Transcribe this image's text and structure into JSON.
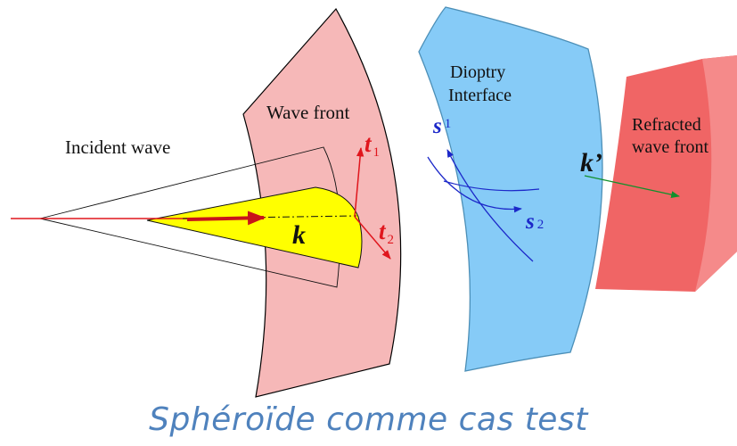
{
  "labels": {
    "incident_wave": "Incident wave",
    "wave_front": "Wave front",
    "dioptry_line1": "Dioptry",
    "dioptry_line2": "Interface",
    "refracted_line1": "Refracted",
    "refracted_line2": "wave front",
    "k": "k",
    "k_prime": "k’",
    "t1": {
      "base": "t",
      "sub": "1"
    },
    "t2": {
      "base": "t",
      "sub": "2"
    },
    "s1": {
      "base": "s",
      "sub": "1"
    },
    "s2": {
      "base": "s",
      "sub": "2"
    }
  },
  "caption": "Sphéroïde comme cas test",
  "colors": {
    "wave_front_fill": "#f6b8b8",
    "interface_fill": "#86cbf7",
    "refracted_fill": "#f06565",
    "cone_fill": "#ffff00",
    "red": "#e0161d",
    "blue": "#1c28c9",
    "green": "#12902c",
    "caption": "#4f82bd"
  }
}
